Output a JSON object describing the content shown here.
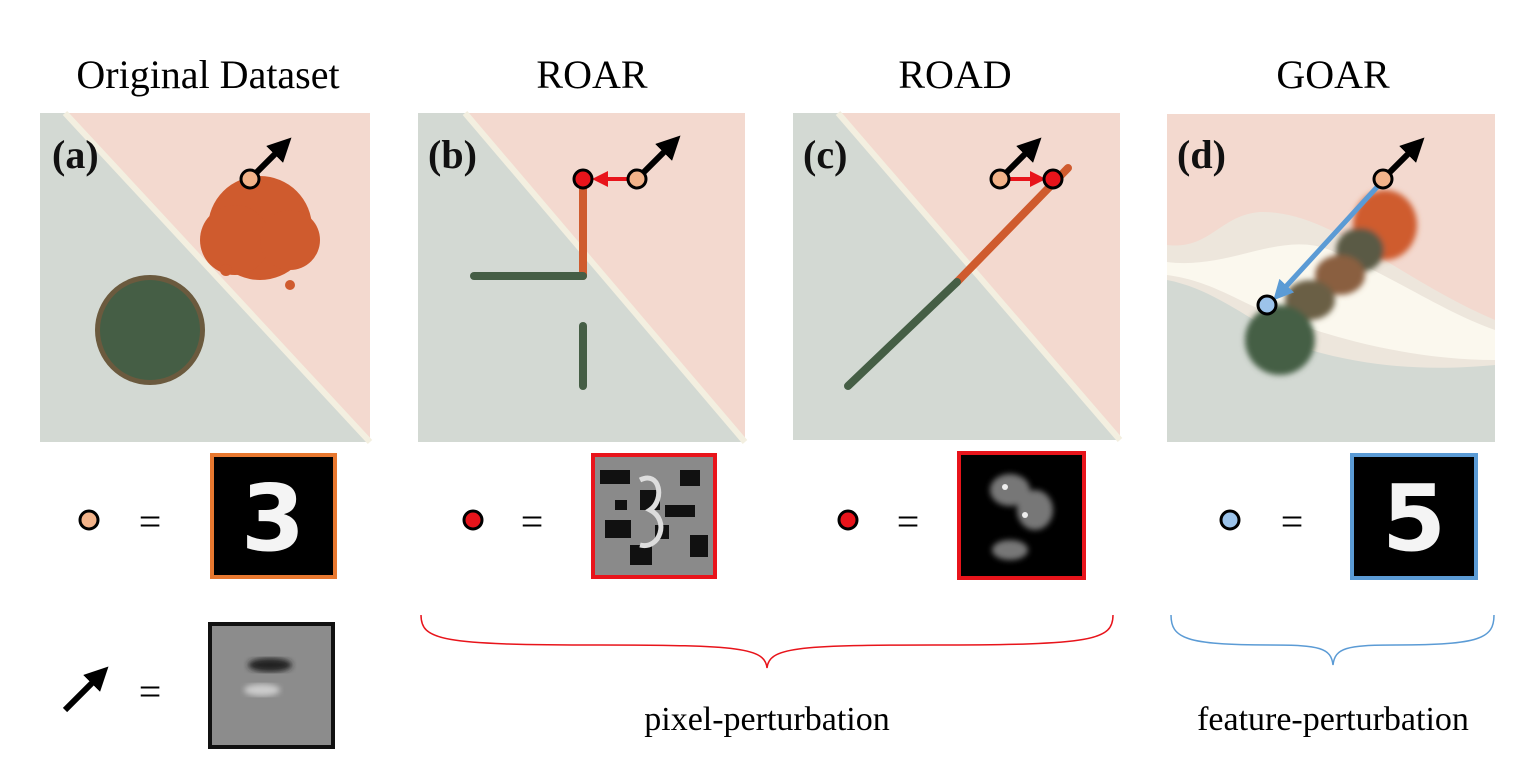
{
  "titles": {
    "original": "Original Dataset",
    "roar": "ROAR",
    "road": "ROAD",
    "goar": "GOAR"
  },
  "panels": {
    "a": "(a)",
    "b": "(b)",
    "c": "(c)",
    "d": "(d)"
  },
  "equals": "=",
  "digits": {
    "original": "3",
    "goar": "5"
  },
  "captions": {
    "pixel": "pixel-perturbation",
    "feature": "feature-perturbation"
  },
  "colors": {
    "class_orange": "#cf5b2e",
    "class_green": "#455e45",
    "region_orange": "#f3d9cf",
    "region_green": "#d3d9d3",
    "point_original": "#f2b38a",
    "point_perturbed": "#e8141b",
    "point_goar": "#9cc3ea",
    "goar_arrow": "#5b9bd5",
    "pixel_brace": "#e8141b",
    "feature_brace": "#5b9bd5"
  }
}
